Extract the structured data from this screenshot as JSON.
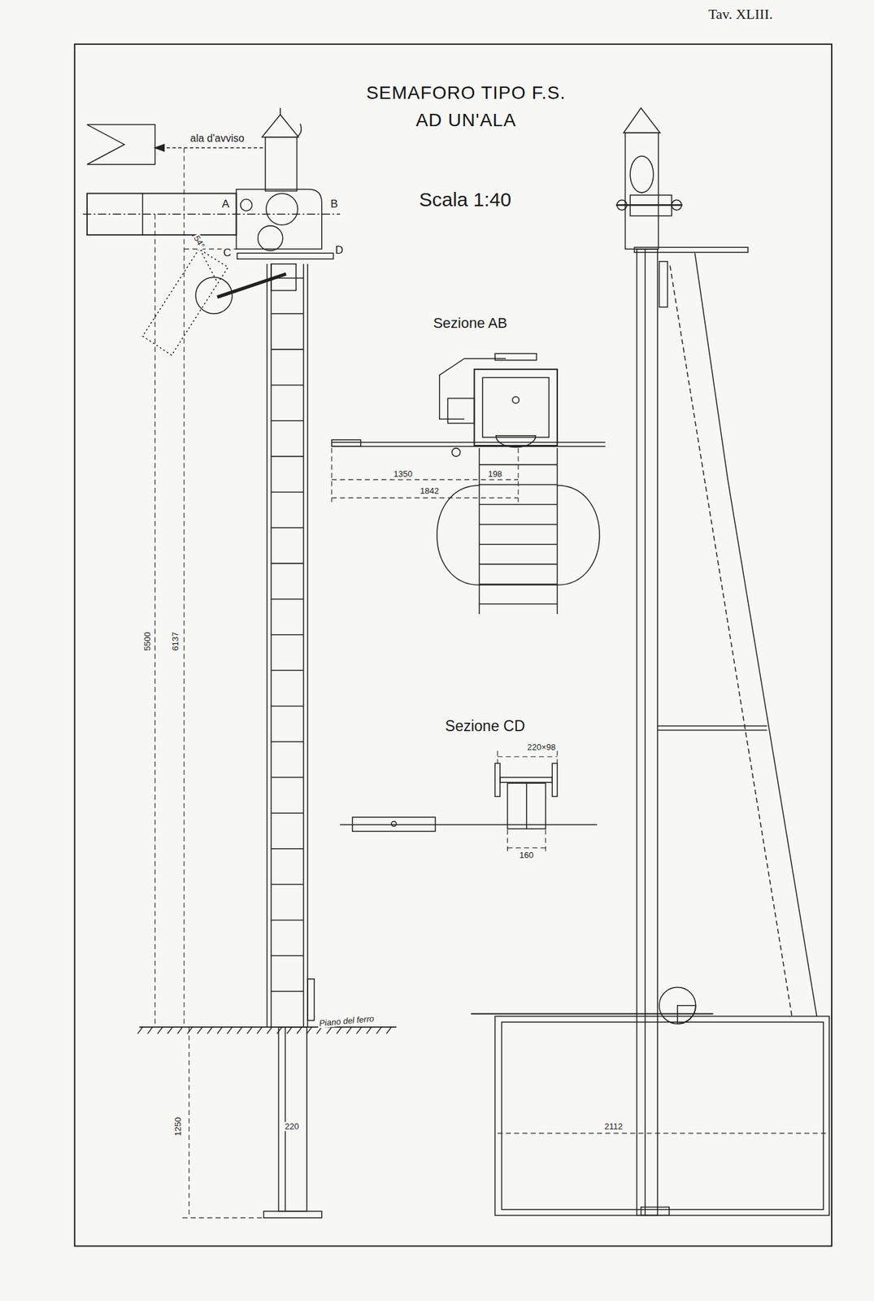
{
  "diagram": {
    "title": "SEMAFORO TIPO F.S. AD UN'ALA",
    "labels": [
      "Tav. XLIII.",
      "Scala 1:40",
      "ala d'avviso",
      "A",
      "B",
      "C",
      "D",
      "54°",
      "Sezione AB",
      "1350",
      "198",
      "1842",
      "Sezione CD",
      "220×98",
      "160",
      "5500",
      "6137",
      "Piano del ferro",
      "1250",
      "220",
      "2112"
    ]
  }
}
